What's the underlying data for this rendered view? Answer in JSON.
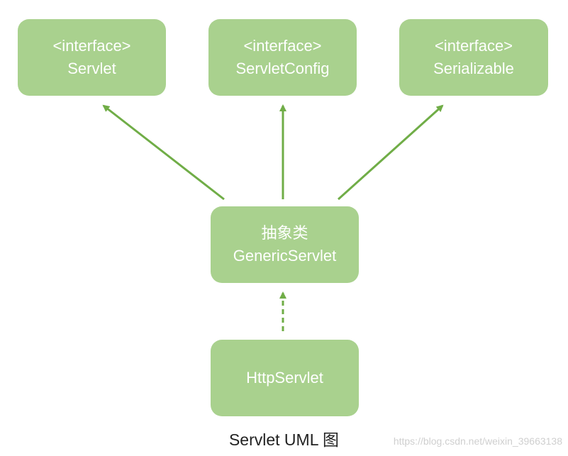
{
  "nodes": {
    "servlet": {
      "stereotype": "<interface>",
      "name": "Servlet"
    },
    "servlet_config": {
      "stereotype": "<interface>",
      "name": "ServletConfig"
    },
    "serializable": {
      "stereotype": "<interface>",
      "name": "Serializable"
    },
    "generic_servlet": {
      "stereotype": "抽象类",
      "name": "GenericServlet"
    },
    "http_servlet": {
      "name": "HttpServlet"
    }
  },
  "caption": "Servlet UML 图",
  "watermark": "https://blog.csdn.net/weixin_39663138",
  "colors": {
    "node_fill": "#a9d18e",
    "arrow": "#70ad47",
    "node_text": "#ffffff"
  }
}
